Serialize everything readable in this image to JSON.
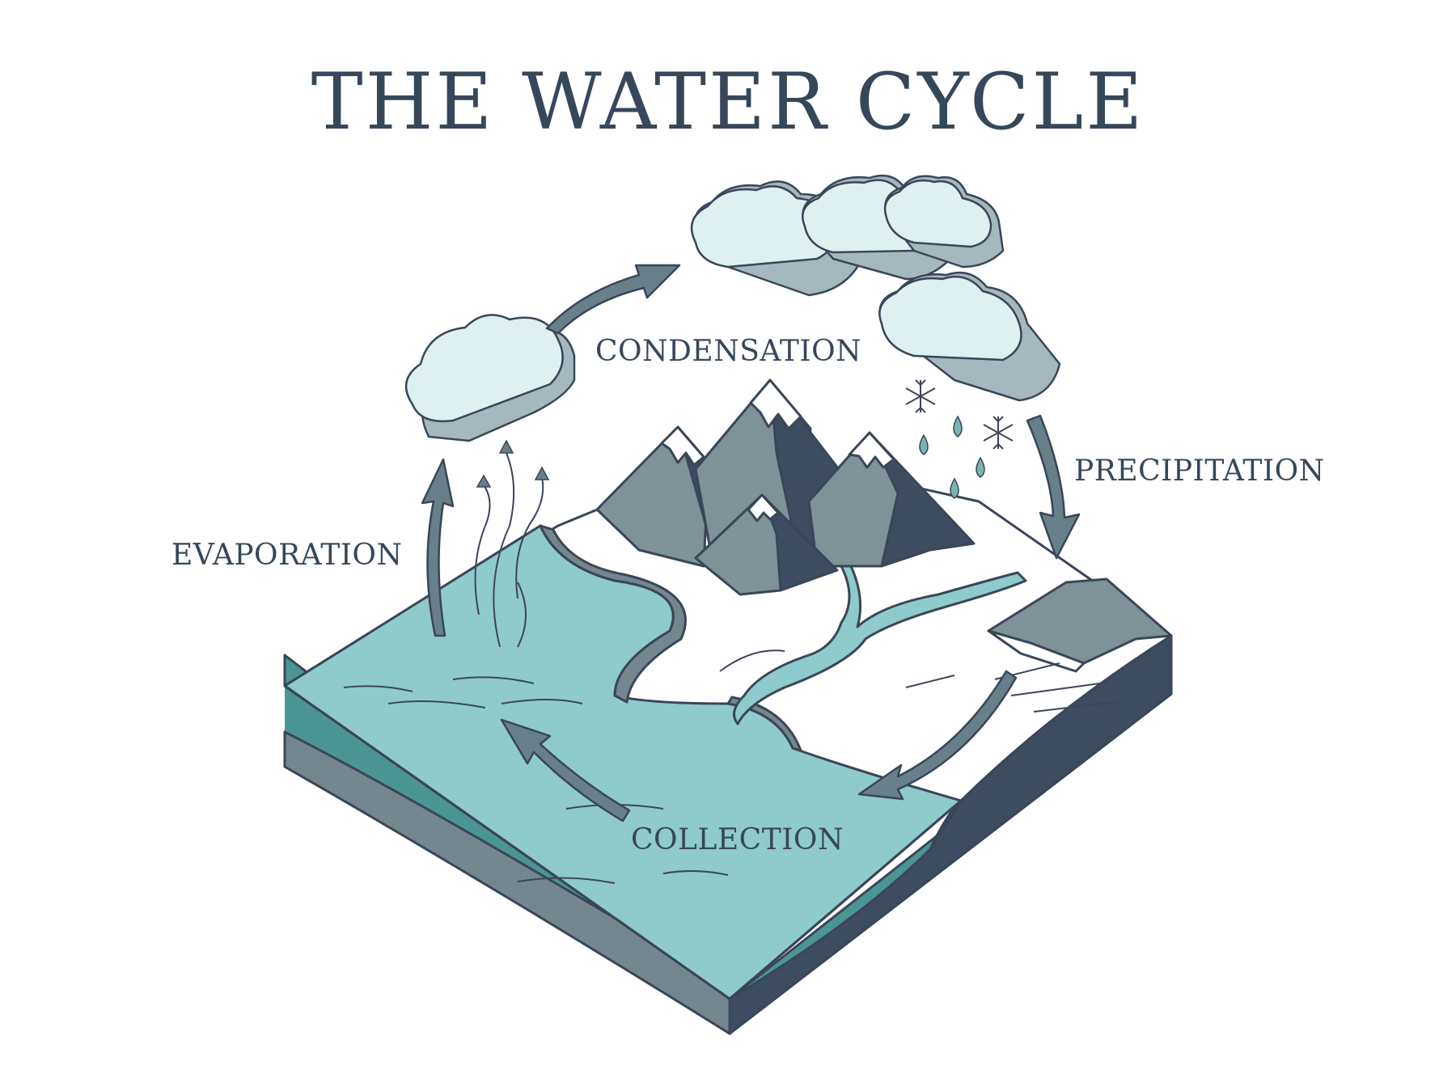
{
  "title": "THE WATER CYCLE",
  "stages": {
    "condensation": "CONDENSATION",
    "precipitation": "PRECIPITATION",
    "evaporation": "EVAPORATION",
    "collection": "COLLECTION"
  },
  "colors": {
    "outline": "#3a4658",
    "water_top": "#8ecbca",
    "water_side": "#4b9593",
    "water_band": "#75878e",
    "land_dark": "#3e4c60",
    "rock_gray": "#7e9297",
    "cloud_fill": "#dff0f1",
    "cloud_shadow": "#a4b8bd",
    "arrow": "#68808a",
    "drop": "#79b5b3",
    "text": "#37475a"
  }
}
